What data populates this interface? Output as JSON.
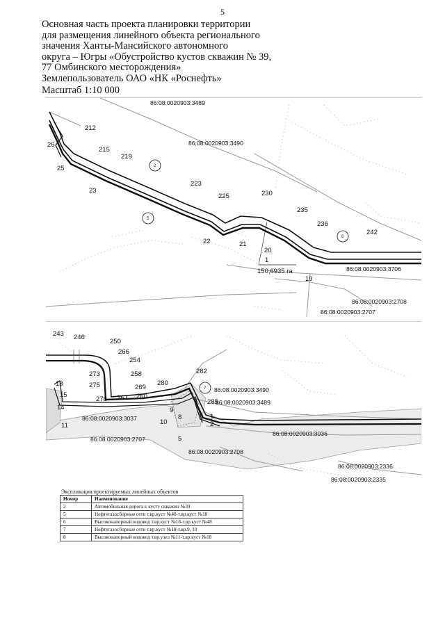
{
  "page_number": "5",
  "title_lines": [
    "Основная часть проекта планировки территории",
    "для размещения линейного объекта регионального",
    "значения Ханты-Мансийского автономного",
    "округа – Югры «Обустройство кустов скважин № 39,",
    "77 Омбинского  месторождения»",
    "Землепользователь ОАО «НК «Роснефть»"
  ],
  "scale": "Масштаб 1:10 000",
  "map_top": {
    "cadastral": [
      "86:08:0020903:3489",
      "86:08:0020903:3490",
      "86:08:0020903:3706",
      "86:08:0020903:2708",
      "86:08:0020903:2707"
    ],
    "points": [
      "212",
      "215",
      "219",
      "26",
      "25",
      "23",
      "223",
      "225",
      "230",
      "235",
      "236",
      "242",
      "22",
      "21",
      "20",
      "19"
    ],
    "circles": [
      "2",
      "5",
      "6"
    ],
    "area_number": "1",
    "area_value": "150,6935 га"
  },
  "map_bottom": {
    "cadastral": [
      "86:08:0020903:3490",
      "86:08:0020903:3489",
      "86:08:0020903:3036",
      "86:08:0020903:3037",
      "86:08:0020903:2707",
      "86:08:0020903:2708",
      "86:08:0020903:2336",
      "86:08:0020903:2335"
    ],
    "points": [
      "243",
      "246",
      "250",
      "266",
      "254",
      "273",
      "275",
      "258",
      "269",
      "280",
      "278",
      "261",
      "260",
      "282",
      "285",
      "18",
      "15",
      "14",
      "11",
      "10",
      "9",
      "8",
      "5",
      "1",
      "2"
    ],
    "circles": [
      "7"
    ]
  },
  "legend": {
    "caption": "Экспликация проектируемых линейных объектов",
    "headers": [
      "Номер",
      "Наименование"
    ],
    "rows": [
      {
        "num": "2",
        "name": "Автомобильная дорога к кусту скважин №39"
      },
      {
        "num": "5",
        "name": "Нефтегазосборные сети т.вр.куст №48-т.вр.куст №18"
      },
      {
        "num": "6",
        "name": "Высоконапорный водовод т.вр.куст №18-т.вр.куст №48"
      },
      {
        "num": "7",
        "name": "Нефтегазосборные сети т.вр.куст №18-т.вр.9, 10"
      },
      {
        "num": "8",
        "name": "Высоконапорный водовод т.вр.узел №11-т.вр.куст №18"
      }
    ]
  },
  "colors": {
    "line": "#111111",
    "gray_line": "#9a9a9a",
    "dots": "#bdbdbd"
  }
}
